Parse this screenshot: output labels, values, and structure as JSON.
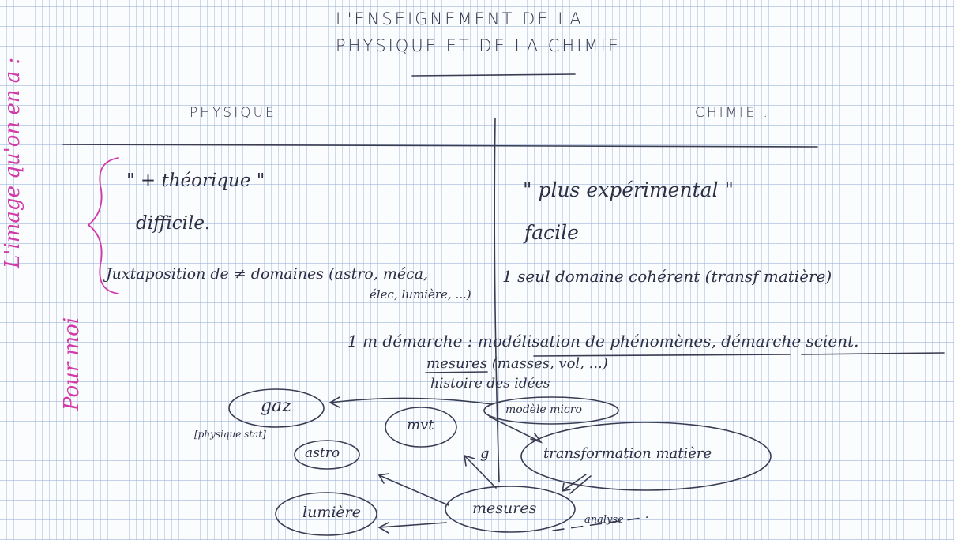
{
  "title": {
    "line1": "L'ENSEIGNEMENT DE LA",
    "line2": "PHYSIQUE ET DE LA CHIMIE"
  },
  "columns": {
    "left_header": "PHYSIQUE",
    "right_header": "CHIMIE ."
  },
  "margin_notes": {
    "image_note": "L'image qu'on en a :",
    "pour_moi": "Pour moi"
  },
  "physique": {
    "item1": "\" + théorique \"",
    "item2": "difficile.",
    "item3": "Juxtaposition de ≠ domaines (astro, méca,",
    "item3_cont": "élec, lumière, ...)"
  },
  "chimie": {
    "item1": "\" plus expérimental \"",
    "item2": "facile",
    "item3": "1 seul domaine cohérent (transf matière)"
  },
  "pour_moi": {
    "line1_prefix": "1 m démarche :",
    "line1_modelisation": "modélisation de phénomènes",
    "line1_sep": ",",
    "line1_suffix": "démarche scient.",
    "line2_mesures": "mesures",
    "line2_suffix": "(masses, vol, ...)",
    "line3": "histoire des idées"
  },
  "diagram": {
    "gaz": "gaz",
    "physique_stat": "[physique stat]",
    "mvt": "mvt",
    "modele_micro": "modèle micro",
    "astro": "astro",
    "transformation": "transformation matière",
    "lumiere": "lumière",
    "mesures": "mesures",
    "analyse": "analyse",
    "g": "g"
  }
}
